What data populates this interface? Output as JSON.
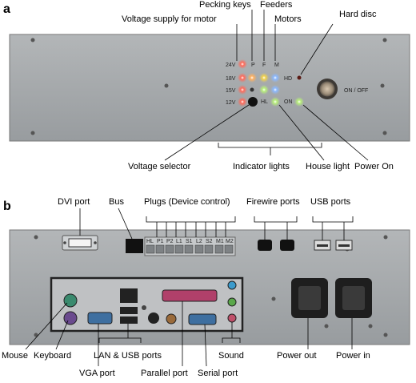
{
  "panel_a": {
    "letter": "a",
    "callouts": {
      "pecking_keys": "Pecking keys",
      "feeders": "Feeders",
      "voltage_supply": "Voltage supply for motor",
      "motors": "Motors",
      "hard_disc": "Hard disc",
      "voltage_selector": "Voltage selector",
      "indicator_lights": "Indicator lights",
      "house_light": "House light",
      "power_on": "Power On"
    },
    "voltages": [
      "24V",
      "18V",
      "15V",
      "12V"
    ],
    "column_labels": [
      "P",
      "F",
      "M"
    ],
    "hd_label": "HD",
    "hl_label": "HL",
    "on_label": "ON",
    "switch_label": "ON / OFF",
    "colors": {
      "led_red": "#ff5a4a",
      "led_yellow": "#f0d24a",
      "led_green": "#b8f07a",
      "led_blue": "#8ab8ff",
      "led_orange": "#ffb060",
      "panel": "#a3a7aa"
    }
  },
  "panel_b": {
    "letter": "b",
    "top_callouts": {
      "dvi_port": "DVI port",
      "bus": "Bus",
      "plugs": "Plugs (Device control)",
      "firewire": "Firewire ports",
      "usb": "USB ports"
    },
    "plug_labels": [
      "HL",
      "P1",
      "P2",
      "L1",
      "S1",
      "L2",
      "S2",
      "M1",
      "M2"
    ],
    "bottom_callouts": {
      "mouse": "Mouse",
      "keyboard": "Keyboard",
      "lan_usb": "LAN & USB ports",
      "sound": "Sound",
      "power_out": "Power out",
      "power_in": "Power in",
      "vga": "VGA port",
      "parallel": "Parallel port",
      "serial": "Serial port"
    }
  }
}
